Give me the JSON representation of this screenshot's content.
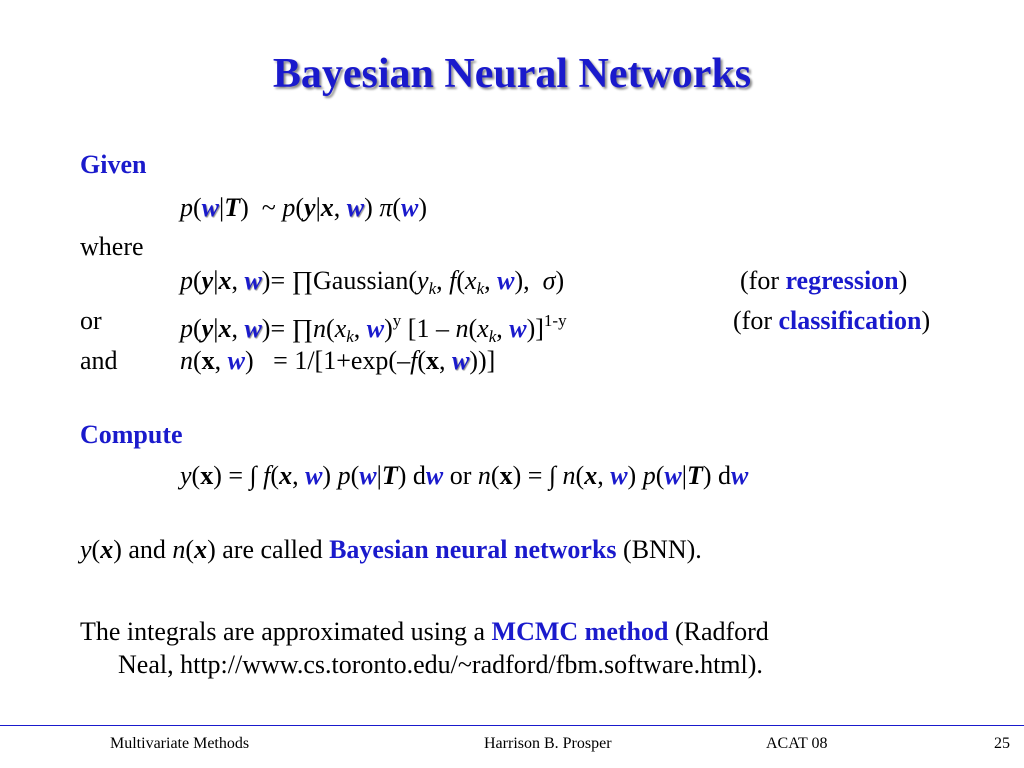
{
  "slide": {
    "title": "Bayesian Neural Networks",
    "given_heading": "Given",
    "where_label": "where",
    "or_label": "or",
    "and_label": "and",
    "regression_prefix": "(for ",
    "regression_term": "regression",
    "classification_prefix": "(for ",
    "classification_term": "classification",
    "gaussian_word": "Gaussian",
    "compute_heading": "Compute",
    "bnn_sentence_mid": " are called ",
    "bnn_term": "Bayesian neural networks",
    "bnn_abbrev": " (BNN).",
    "integrals_text_1": "The integrals are approximated using a ",
    "mcmc_term": "MCMC method",
    "integrals_text_2": " (Radford",
    "integrals_text_3": "Neal, http://www.cs.toronto.edu/~radford/fbm.software.html)."
  },
  "footer": {
    "left": "Multivariate Methods",
    "author": "Harrison B. Prosper",
    "event": "ACAT 08",
    "page": "25"
  },
  "colors": {
    "accent": "#1a1acc",
    "text": "#000000",
    "shadow": "#8a8a8a"
  }
}
